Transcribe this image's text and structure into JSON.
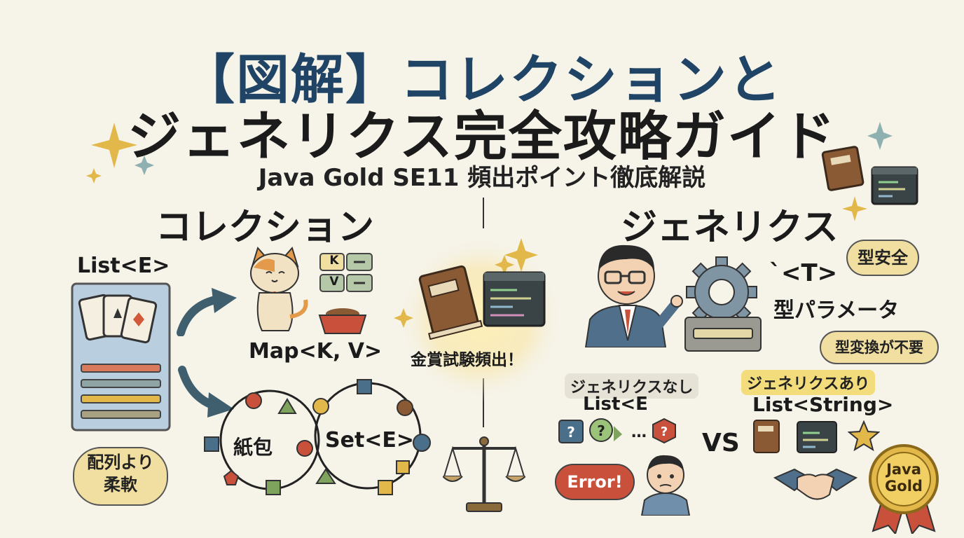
{
  "header": {
    "title_line1": "【図解】コレクションと",
    "title_line2": "ジェネリクス完全攻略ガイド",
    "subtitle": "Java Gold SE11 頻出ポイント徹底解説"
  },
  "left": {
    "heading": "コレクション",
    "list_label": "List<E>",
    "map_label": "Map<K, V>",
    "map_keys": [
      "K",
      "V"
    ],
    "set_label": "Set<E>",
    "set_other_label": "紙包",
    "bubble_line1": "配列より",
    "bubble_line2": "柔軟"
  },
  "center": {
    "exam_label": "金賞試験頻出！"
  },
  "right": {
    "heading": "ジェネリクス",
    "type_param": "`<T>",
    "type_param_label": "型パラメータ",
    "bubble_type_safe": "型安全",
    "bubble_no_cast": "型変換が不要",
    "without_label": "ジェネリクスなし",
    "without_code": "List<E",
    "error_text": "Error!",
    "vs": "VS",
    "with_label": "ジェネリクスあり",
    "with_code": "List<String>",
    "badge_line1": "Java",
    "badge_line2": "Gold"
  },
  "colors": {
    "title_blue": "#1f4466",
    "background": "#f6f3e9",
    "sparkle": "#e3b84a",
    "bubble_fill": "#f1dfa2"
  }
}
